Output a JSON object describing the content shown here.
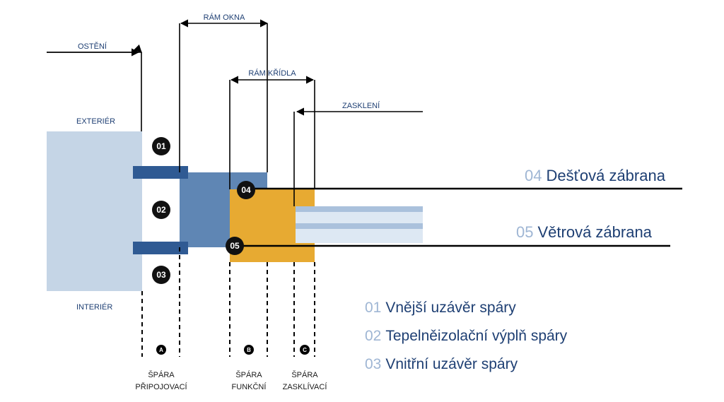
{
  "labels": {
    "osteni": "OSTĚNÍ",
    "ram_okna": "RÁM OKNA",
    "ram_kridla": "RÁM KŘÍDLA",
    "zaskleni": "ZASKLENÍ",
    "exterier": "EXTERIÉR",
    "interier": "INTERIÉR"
  },
  "badges": [
    "01",
    "02",
    "03",
    "04",
    "05"
  ],
  "barriers": {
    "b04": {
      "num": "04",
      "text": "Dešťová zábrana"
    },
    "b05": {
      "num": "05",
      "text": "Větrová zábrana"
    }
  },
  "legend": [
    {
      "num": "01",
      "text": "Vnější uzávěr spáry"
    },
    {
      "num": "02",
      "text": "Tepelněizolační výplň spáry"
    },
    {
      "num": "03",
      "text": "Vnitřní uzávěr spáry"
    }
  ],
  "joints": [
    {
      "marker": "A",
      "line1": "ŠPÁRA",
      "line2": "PŘIPOJOVACÍ"
    },
    {
      "marker": "B",
      "line1": "ŠPÁRA",
      "line2": "FUNKČNÍ"
    },
    {
      "marker": "C",
      "line1": "ŠPÁRA",
      "line2": "ZASKLÍVACÍ"
    }
  ],
  "colors": {
    "wall": "#c5d5e6",
    "frame": "#5f86b4",
    "seal": "#2f5a93",
    "sash": "#e7aa32",
    "glass_light": "#dde8f3",
    "glass_mid": "#aac1dc",
    "text_blue": "#1e3f73",
    "num_grey": "#9fb6d4"
  }
}
